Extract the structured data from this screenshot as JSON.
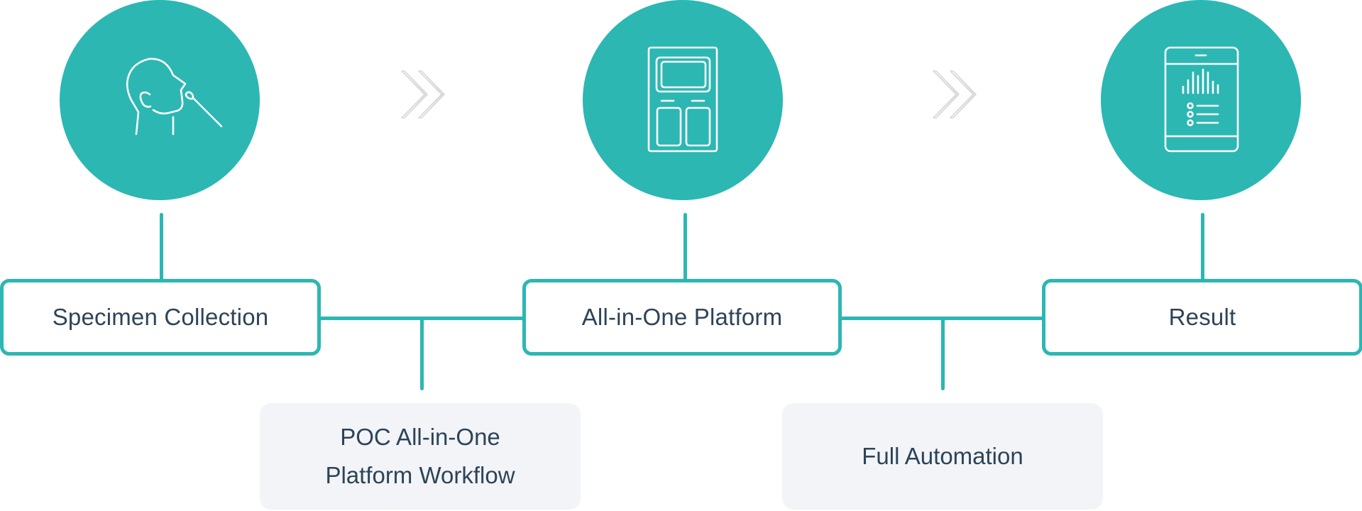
{
  "diagram": {
    "title": "POC All-in-One Platform Workflow Diagram",
    "accent_color": "#2cb7b3",
    "text_color": "#2d4458",
    "note_background": "#f2f4f7",
    "steps": [
      {
        "label": "Specimen Collection",
        "icon": "nasal-swab-icon"
      },
      {
        "label": "All-in-One Platform",
        "icon": "device-cartridge-icon"
      },
      {
        "label": "Result",
        "icon": "tablet-report-icon"
      }
    ],
    "transitions": [
      {
        "from": "Specimen Collection",
        "to": "All-in-One Platform",
        "icon": "double-chevron-right-icon",
        "note_lines": [
          "POC All-in-One",
          "Platform Workflow"
        ]
      },
      {
        "from": "All-in-One Platform",
        "to": "Result",
        "icon": "double-chevron-right-icon",
        "note_lines": [
          "Full Automation"
        ]
      }
    ]
  }
}
